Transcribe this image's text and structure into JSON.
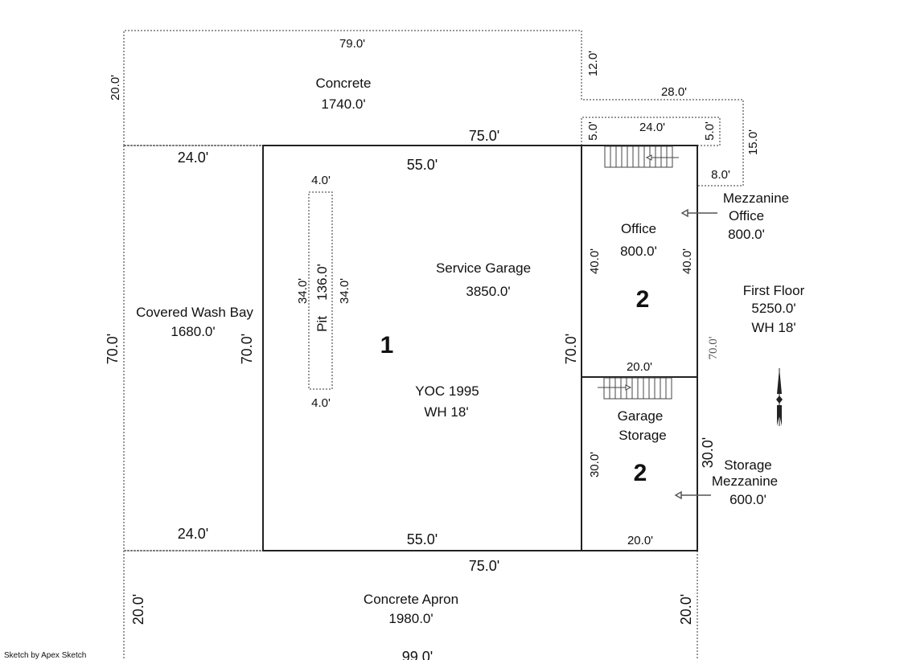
{
  "app": {
    "credit": "Sketch by Apex Sketch"
  },
  "areas": {
    "concrete": {
      "name": "Concrete",
      "area": "1740.0'",
      "top": "79.0'",
      "left": "20.0'",
      "right": "12.0'",
      "notch_top": "28.0'",
      "notch_right": "15.0'",
      "notch_bottom": "8.0'"
    },
    "stair_landing": {
      "left": "5.0'",
      "top": "24.0'",
      "right": "5.0'"
    },
    "wash_bay": {
      "name": "Covered Wash Bay",
      "area": "1680.0'",
      "top": "24.0'",
      "bottom": "24.0'",
      "left": "70.0'",
      "right": "70.0'"
    },
    "service_garage": {
      "name": "Service Garage",
      "area": "3850.0'",
      "top": "55.0'",
      "bottom": "55.0'",
      "overall_top": "75.0'",
      "overall_bottom": "75.0'",
      "right": "70.0'",
      "yoc": "YOC 1995",
      "wh": "WH 18'",
      "section": "1"
    },
    "pit": {
      "name": "Pit",
      "area": "136.0'",
      "top": "4.0'",
      "bottom": "4.0'",
      "left": "34.0'",
      "right": "34.0'"
    },
    "office": {
      "name": "Office",
      "area": "800.0'",
      "left": "40.0'",
      "right": "40.0'",
      "bottom": "20.0'",
      "section": "2"
    },
    "garage_storage": {
      "name1": "Garage",
      "name2": "Storage",
      "left": "30.0'",
      "right": "30.0'",
      "bottom": "20.0'",
      "section": "2"
    },
    "mezz_office": {
      "line1": "Mezzanine",
      "line2": "Office",
      "area": "800.0'"
    },
    "first_floor": {
      "name": "First Floor",
      "area": "5250.0'",
      "wh": "WH 18'",
      "side": "70.0'"
    },
    "storage_mezz": {
      "line1": "Storage",
      "line2": "Mezzanine",
      "area": "600.0'"
    },
    "apron": {
      "name": "Concrete Apron",
      "area": "1980.0'",
      "left": "20.0'",
      "right": "20.0'",
      "bottom": "99.0'"
    }
  }
}
